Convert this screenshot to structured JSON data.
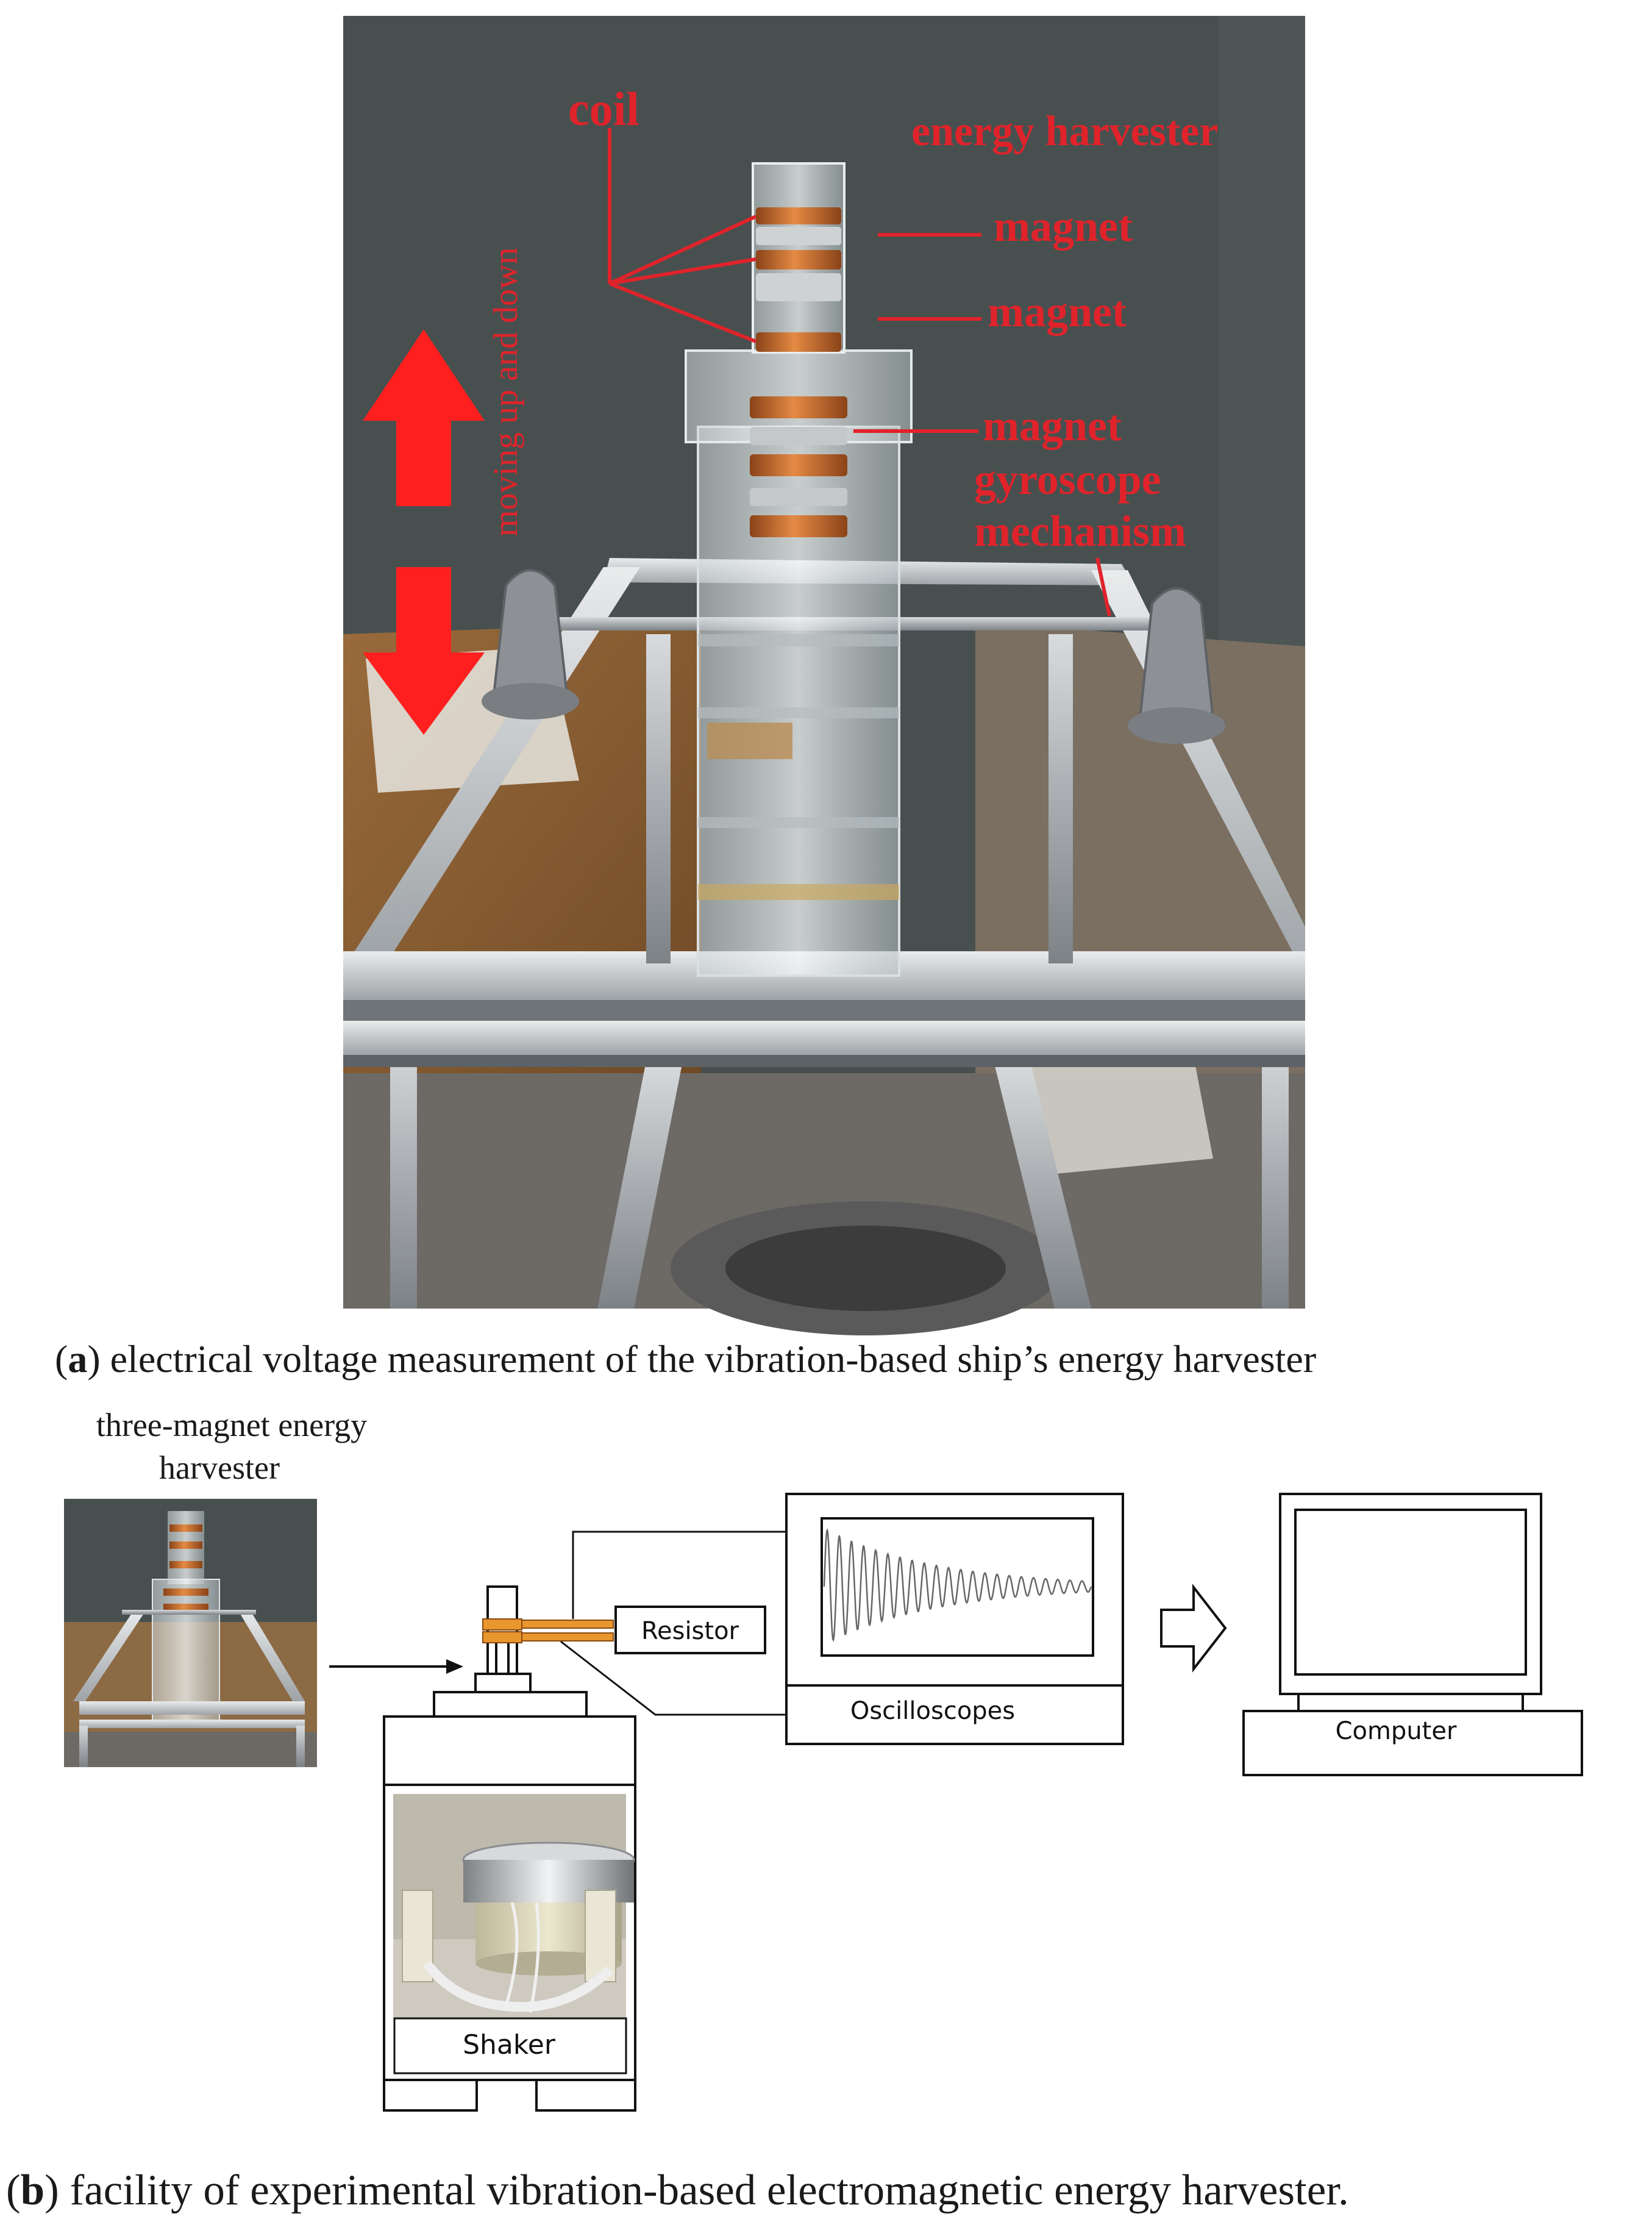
{
  "panel_a": {
    "labels": {
      "coil": "coil",
      "energy_harvester": "energy harvester",
      "magnet_1": "magnet",
      "magnet_2": "magnet",
      "magnet_3": "magnet",
      "gyroscope": "gyroscope",
      "mechanism": "mechanism",
      "motion": "moving up and down"
    },
    "caption": {
      "letter": "a",
      "text": " electrical voltage measurement of the vibration-based ship’s energy harvester"
    }
  },
  "panel_b": {
    "thumb_title_line1": "three-magnet energy",
    "thumb_title_line2": "harvester",
    "resistor": "Resistor",
    "oscilloscopes": "Oscilloscopes",
    "computer": "Computer",
    "shaker": "Shaker",
    "caption": {
      "letter": "b",
      "text": " facility of experimental vibration-based electromagnetic energy harvester."
    }
  },
  "colors": {
    "annotation_red": "#e0232b",
    "photo_background": "#47504f",
    "copper": "#c8702e",
    "coil_band": "#e8962e"
  },
  "icons": [
    "up-arrow-icon",
    "down-arrow-icon",
    "hollow-right-arrow-icon"
  ]
}
